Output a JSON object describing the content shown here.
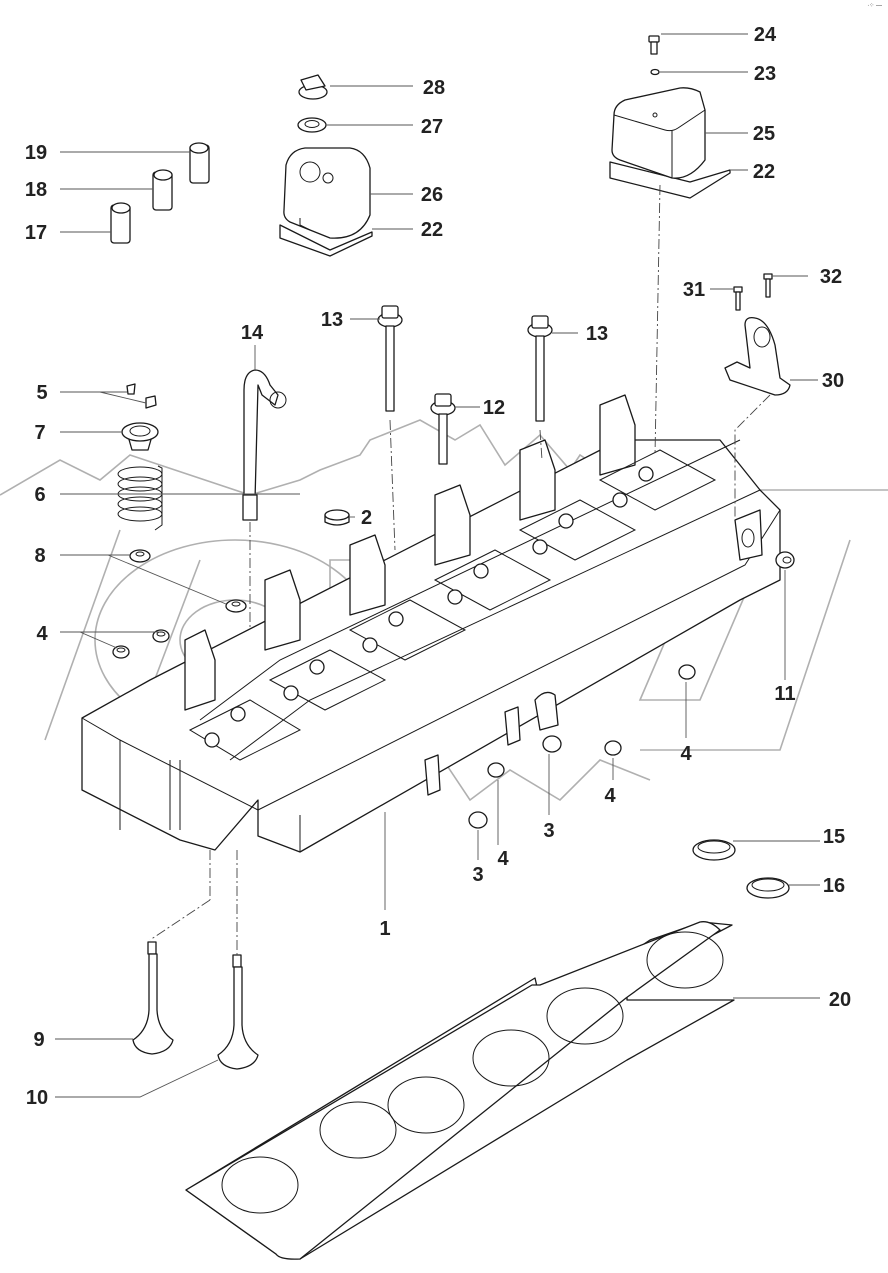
{
  "diagram": {
    "title": "Cylinder head assembly - exploded parts view",
    "corner_mark": "·⁘ —",
    "callouts": [
      {
        "id": "c1",
        "text": "1",
        "part": "cylinder-head"
      },
      {
        "id": "c2",
        "text": "2",
        "part": "sealing-cap"
      },
      {
        "id": "c3a",
        "text": "3",
        "part": "plug"
      },
      {
        "id": "c3b",
        "text": "3",
        "part": "plug"
      },
      {
        "id": "c4a",
        "text": "4",
        "part": "plug-left"
      },
      {
        "id": "c4b",
        "text": "4",
        "part": "plug-lower"
      },
      {
        "id": "c4c",
        "text": "4",
        "part": "plug-middle"
      },
      {
        "id": "c4d",
        "text": "4",
        "part": "plug-right"
      },
      {
        "id": "c5",
        "text": "5",
        "part": "valve-keepers"
      },
      {
        "id": "c6",
        "text": "6",
        "part": "valve-spring"
      },
      {
        "id": "c7",
        "text": "7",
        "part": "spring-retainer"
      },
      {
        "id": "c8",
        "text": "8",
        "part": "valve-stem-seal"
      },
      {
        "id": "c9",
        "text": "9",
        "part": "intake-valve"
      },
      {
        "id": "c10",
        "text": "10",
        "part": "exhaust-valve"
      },
      {
        "id": "c11",
        "text": "11",
        "part": "threaded-plug"
      },
      {
        "id": "c12",
        "text": "12",
        "part": "short-bolt"
      },
      {
        "id": "c13a",
        "text": "13",
        "part": "head-bolt"
      },
      {
        "id": "c13b",
        "text": "13",
        "part": "head-bolt"
      },
      {
        "id": "c14",
        "text": "14",
        "part": "breather-pipe"
      },
      {
        "id": "c15",
        "text": "15",
        "part": "valve-seat-ring"
      },
      {
        "id": "c16",
        "text": "16",
        "part": "valve-seat-ring"
      },
      {
        "id": "c17",
        "text": "17",
        "part": "valve-guide"
      },
      {
        "id": "c18",
        "text": "18",
        "part": "valve-guide"
      },
      {
        "id": "c19",
        "text": "19",
        "part": "valve-guide"
      },
      {
        "id": "c20",
        "text": "20",
        "part": "head-gasket"
      },
      {
        "id": "c22a",
        "text": "22",
        "part": "cover-gasket"
      },
      {
        "id": "c22b",
        "text": "22",
        "part": "cover-gasket"
      },
      {
        "id": "c23",
        "text": "23",
        "part": "o-ring"
      },
      {
        "id": "c24",
        "text": "24",
        "part": "cover-screw"
      },
      {
        "id": "c25",
        "text": "25",
        "part": "rocker-cover"
      },
      {
        "id": "c26",
        "text": "26",
        "part": "rocker-cover-with-filler"
      },
      {
        "id": "c27",
        "text": "27",
        "part": "filler-seal"
      },
      {
        "id": "c28",
        "text": "28",
        "part": "filler-cap"
      },
      {
        "id": "c30",
        "text": "30",
        "part": "lifting-bracket"
      },
      {
        "id": "c31",
        "text": "31",
        "part": "bracket-screw"
      },
      {
        "id": "c32",
        "text": "32",
        "part": "bracket-screw"
      }
    ]
  }
}
